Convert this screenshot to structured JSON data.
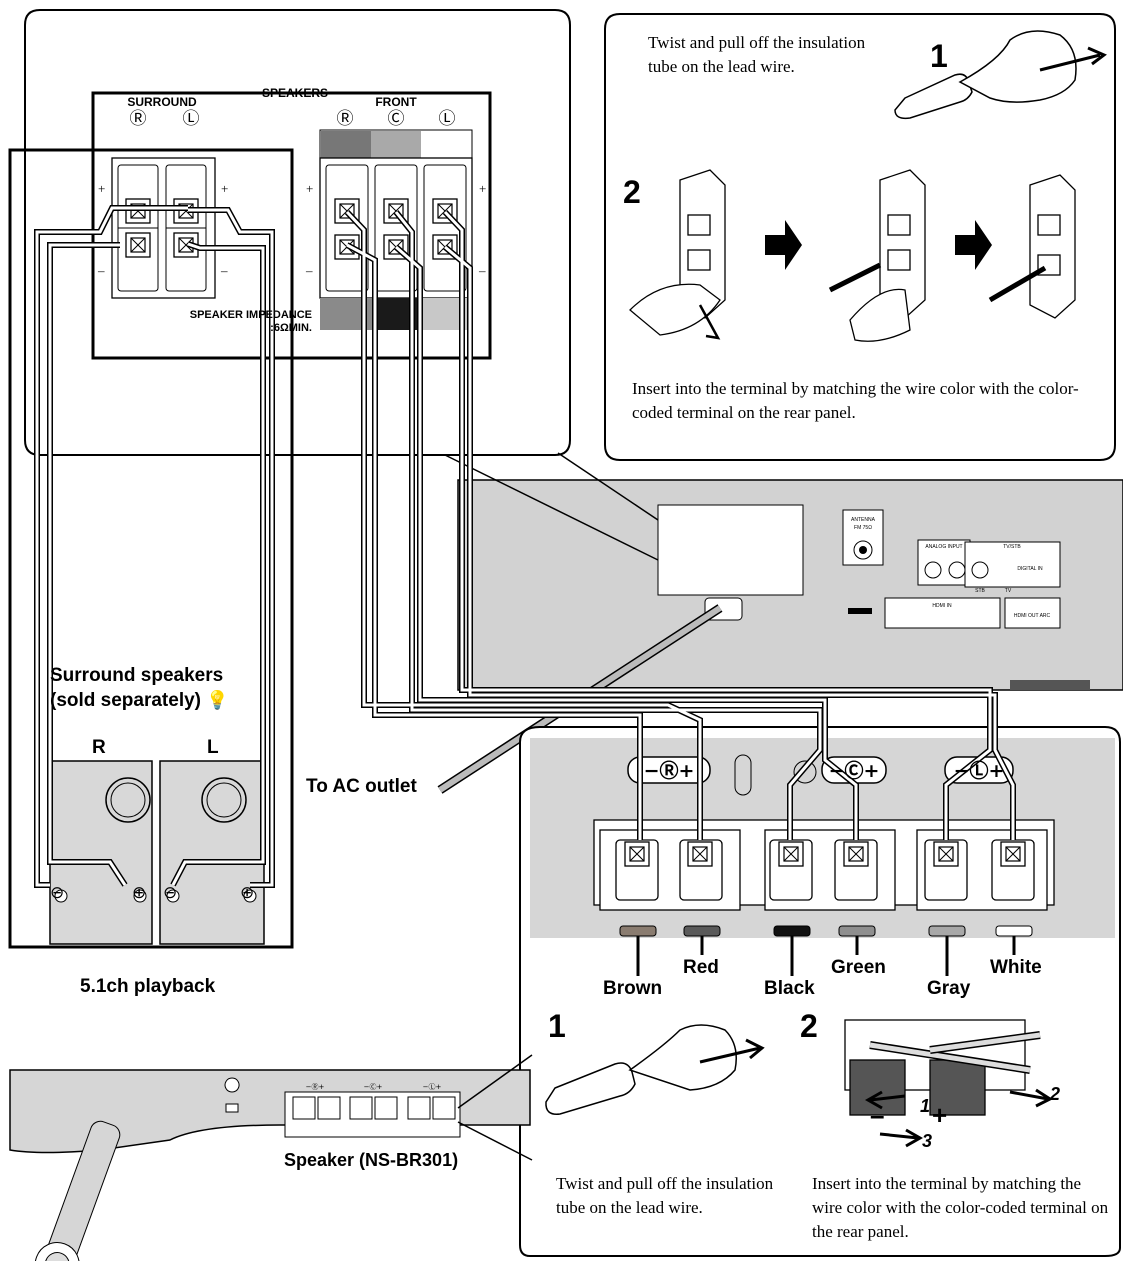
{
  "rear_panel_zoom": {
    "speakers_label": "SPEAKERS",
    "surround_label": "SURROUND",
    "front_label": "FRONT",
    "surround_channels": [
      "Ⓡ",
      "Ⓛ"
    ],
    "front_channels": [
      "Ⓡ",
      "Ⓒ",
      "Ⓛ"
    ],
    "impedance_line1": "SPEAKER IMPEDANCE",
    "impedance_line2": ":6ΩMIN.",
    "plus": "+",
    "minus": "–"
  },
  "insulation_steps": {
    "step1_number": "1",
    "step1_text": "Twist and pull off the insulation tube on the lead wire.",
    "step2_number": "2",
    "step2_text": "Insert into the terminal by matching the wire color with the color-coded terminal on the rear panel."
  },
  "surround": {
    "title_line1": "Surround speakers",
    "title_line2": "(sold separately)",
    "hint_icon": "lightbulb-icon",
    "left_speaker_label": "R",
    "right_speaker_label": "L",
    "playback_caption": "5.1ch playback"
  },
  "ac_outlet_label": "To AC outlet",
  "speaker_bar": {
    "terminal_groups": [
      "−Ⓡ+",
      "−Ⓒ+",
      "−Ⓛ+"
    ],
    "wire_colors": [
      {
        "name": "Brown",
        "hex": "#8a7c70"
      },
      {
        "name": "Red",
        "hex": "#5a5a5a"
      },
      {
        "name": "Black",
        "hex": "#111111"
      },
      {
        "name": "Green",
        "hex": "#8f8f8f"
      },
      {
        "name": "Gray",
        "hex": "#a8a8a8"
      },
      {
        "name": "White",
        "hex": "#ffffff"
      }
    ],
    "step1_number": "1",
    "step1_text": "Twist and pull off the insulation tube on the lead wire.",
    "step2_number": "2",
    "step2_text": "Insert into the terminal by matching the wire color with the color-coded terminal on the rear panel.",
    "step2_arrow_labels": [
      "1",
      "2",
      "3"
    ],
    "step2_sign_minus": "–",
    "step2_sign_plus": "+"
  },
  "speaker_model_label": "Speaker (NS-BR301)",
  "receiver_panel": {
    "antenna_label": "ANTENNA",
    "antenna_sub": "FM 75Ω",
    "analog_label": "ANALOG INPUT",
    "tvstb_label": "TV/STB",
    "hdmi_in_label": "HDMI IN",
    "hdmi_out_label": "HDMI OUT ARC",
    "optical_label": "DIGITAL IN",
    "stb_label": "STB",
    "tv_label": "TV"
  }
}
